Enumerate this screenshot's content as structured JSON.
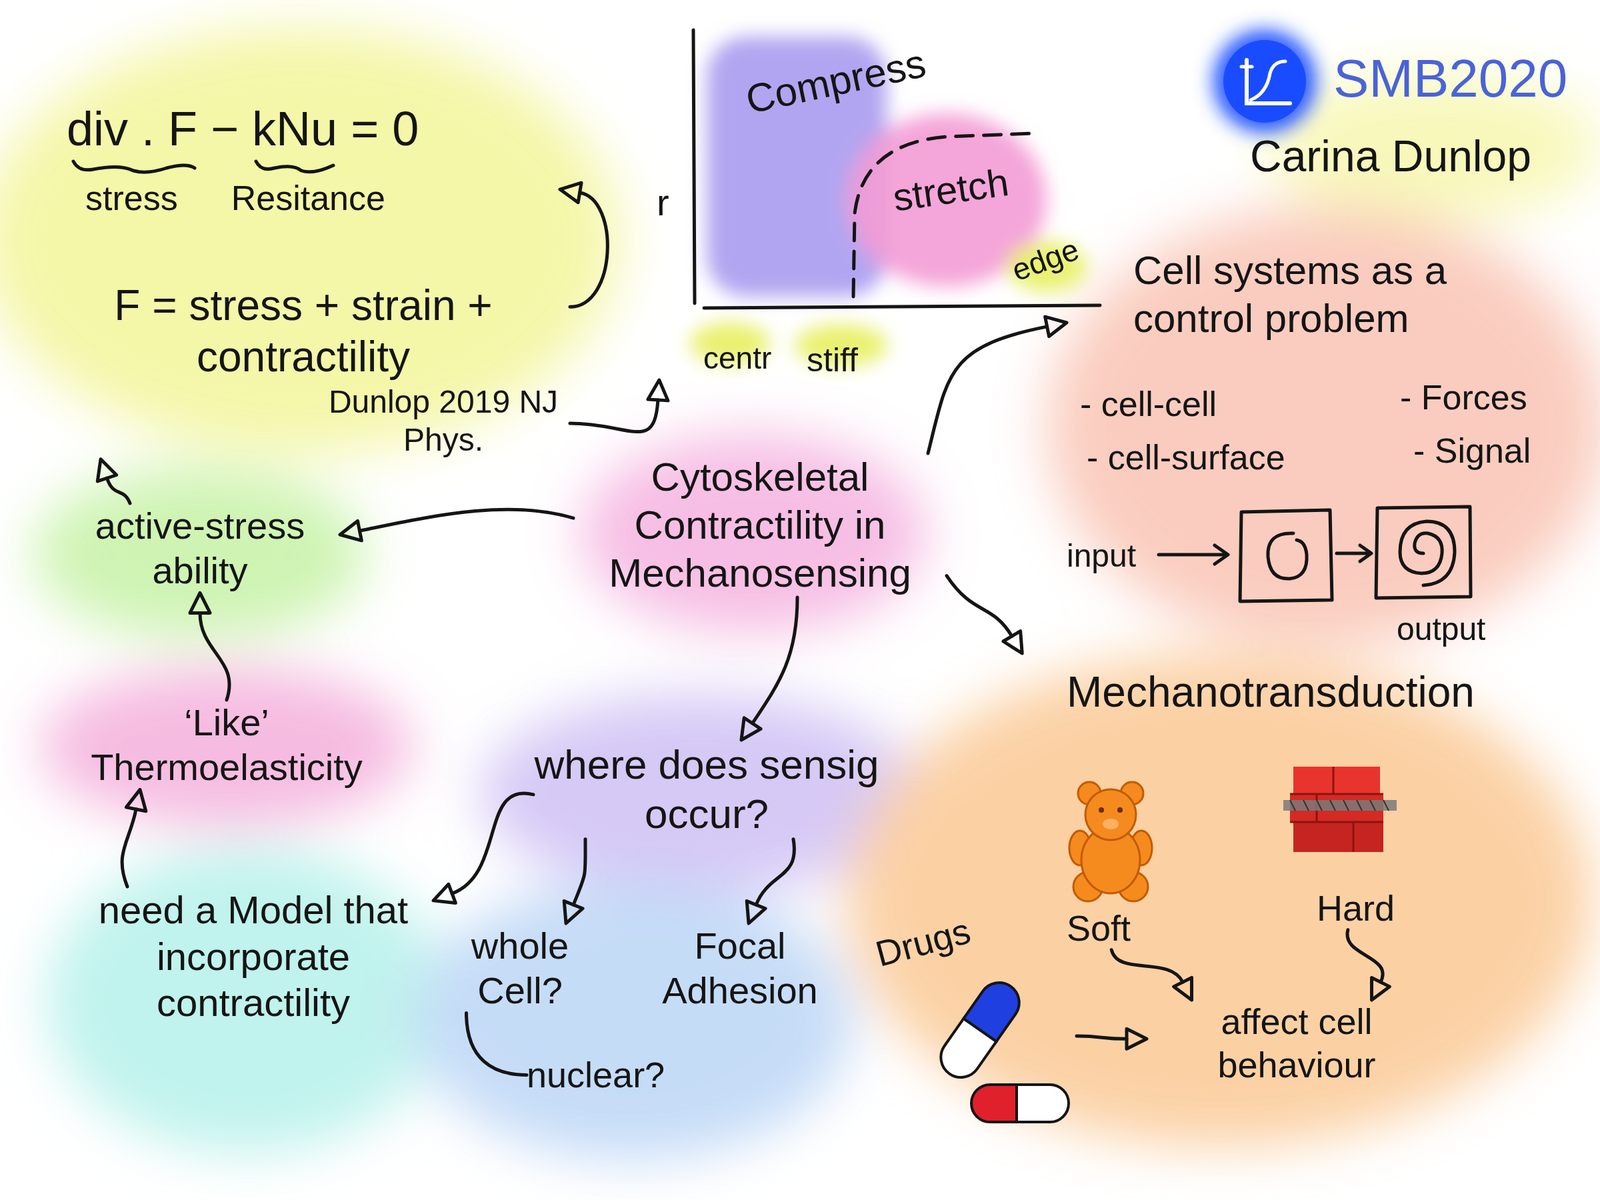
{
  "diagram": {
    "nodes": [
      {
        "text": [
          "div . F − kNu = 0",
          "stress",
          "Resitance"
        ]
      },
      {
        "text": [
          "F = stress + strain + contractility",
          "Dunlop 2019 NJ Phys."
        ]
      },
      {
        "text": [
          "Compress",
          "stretch",
          "r",
          "centr",
          "stiff",
          "edge"
        ]
      },
      {
        "text": [
          "Cytoskeletal Contractility in Mechanosensing"
        ]
      },
      {
        "text": [
          "Cell systems as a control problem",
          "- cell-cell",
          "- cell-surface",
          "- Forces",
          "- Signal",
          "input",
          "output"
        ]
      },
      {
        "text": [
          "active-stress ability"
        ]
      },
      {
        "text": [
          "‘Like’ Thermoelasticity"
        ]
      },
      {
        "text": [
          "need a Model that incorporate contractility"
        ]
      },
      {
        "text": [
          "where does sensig occur?"
        ]
      },
      {
        "text": [
          "whole Cell?"
        ]
      },
      {
        "text": [
          "nuclear?"
        ]
      },
      {
        "text": [
          "Focal Adhesion"
        ]
      },
      {
        "text": [
          "Mechanotransduction"
        ]
      },
      {
        "text": [
          "Soft"
        ],
        "in": 12
      },
      {
        "text": [
          "Hard"
        ],
        "in": 12
      },
      {
        "text": [
          "Drugs"
        ],
        "in": 12
      },
      {
        "text": [
          "affect cell behaviour"
        ],
        "in": 12
      }
    ],
    "edges": [
      {
        "from": 1,
        "to": 0,
        "arrow": "to"
      },
      {
        "from": 1,
        "to": 2,
        "arrow": "to"
      },
      {
        "from": 3,
        "to": 4,
        "arrow": "to"
      },
      {
        "from": 3,
        "to": 5,
        "arrow": "to"
      },
      {
        "from": 5,
        "to": 1,
        "arrow": "to"
      },
      {
        "from": 6,
        "to": 5,
        "arrow": "to"
      },
      {
        "from": 7,
        "to": 6,
        "arrow": "to"
      },
      {
        "from": 8,
        "to": 7,
        "arrow": "to"
      },
      {
        "from": 3,
        "to": 8,
        "arrow": "to"
      },
      {
        "from": 8,
        "to": 9,
        "arrow": "to"
      },
      {
        "from": 8,
        "to": 11,
        "arrow": "to"
      },
      {
        "from": 9,
        "to": 10,
        "arrow": "none"
      },
      {
        "from": 3,
        "to": 12,
        "arrow": "to"
      },
      {
        "from": 13,
        "to": 16,
        "arrow": "to"
      },
      {
        "from": 14,
        "to": 16,
        "arrow": "to"
      },
      {
        "from": 15,
        "to": 16,
        "arrow": "to"
      }
    ],
    "labels": [
      "SMB2020",
      "Carina Dunlop"
    ]
  }
}
